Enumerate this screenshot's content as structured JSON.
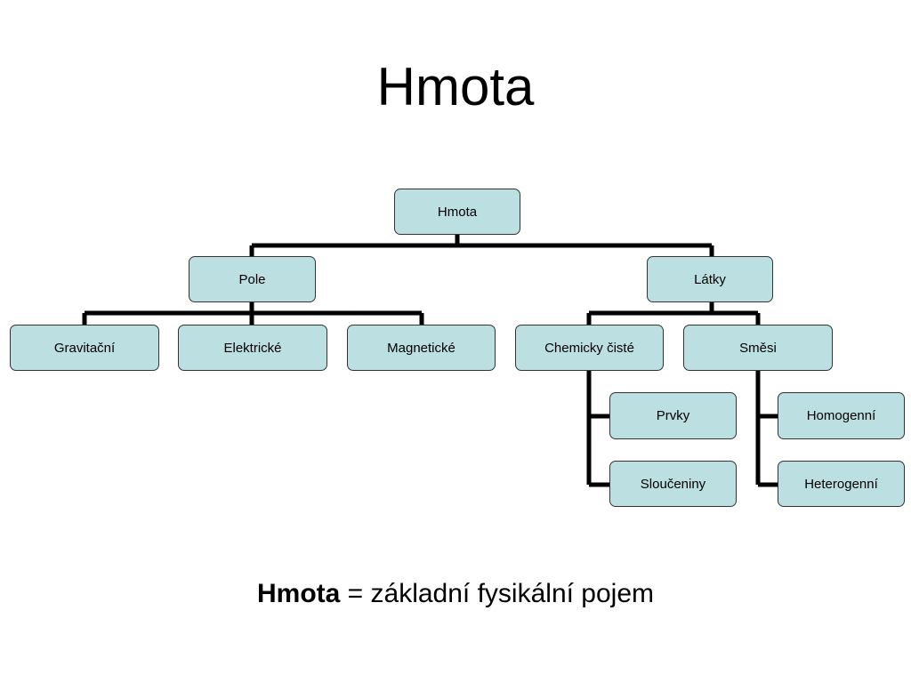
{
  "slide": {
    "title": "Hmota"
  },
  "diagram": {
    "nodes": {
      "root": "Hmota",
      "pole": "Pole",
      "latky": "Látky",
      "gravitacni": "Gravitační",
      "elektricke": "Elektrické",
      "magneticke": "Magnetické",
      "chemicky_ciste": "Chemicky čisté",
      "smesi": "Směsi",
      "prvky": "Prvky",
      "slouceniny": "Sloučeniny",
      "homogenni": "Homogenní",
      "heterogenni": "Heterogenní"
    },
    "node_color": "#bcdfe2",
    "connector_color": "#000000"
  },
  "caption": {
    "term": "Hmota",
    "definition": " = základní fysikální pojem"
  }
}
